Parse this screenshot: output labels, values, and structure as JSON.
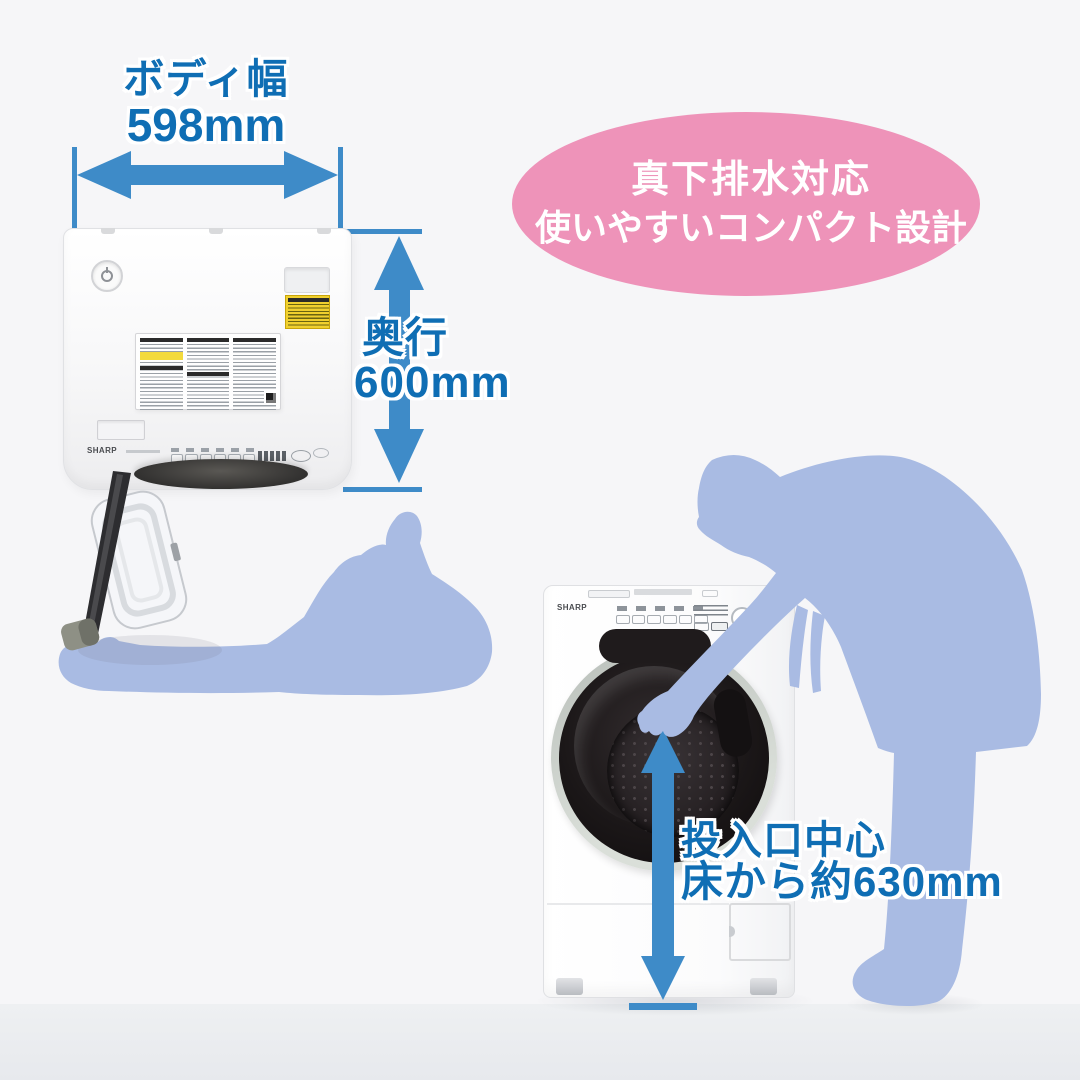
{
  "badge": {
    "line1": "真下排水対応",
    "line2": "使いやすいコンパクト設計"
  },
  "dimensions": {
    "body_width": {
      "label": "ボディ幅",
      "value": "598mm"
    },
    "depth": {
      "label": "奥行",
      "value": "600mm"
    },
    "door_center_height": {
      "label": "投入口中心",
      "value": "床から約630mm"
    }
  },
  "top_view_washer": {
    "brand": "SHARP"
  },
  "front_view_washer": {
    "brand": "SHARP"
  },
  "icons": {
    "width_arrow": "horizontal-double-arrow",
    "depth_arrow": "vertical-double-arrow",
    "height_arrow": "vertical-double-arrow",
    "power_button": "power-icon"
  },
  "colors": {
    "bg": "#f6f6f8",
    "floor": "#e9ebef",
    "arrow-blue": "#3e8bc8",
    "text-blue": "#0f6eb4",
    "badge-pink": "#ee93b9",
    "badge-text": "#ffffff",
    "sil-blue": "#a9bbe3",
    "drum-dark": "#1b1718",
    "machine-border": "#e0e1e4"
  }
}
